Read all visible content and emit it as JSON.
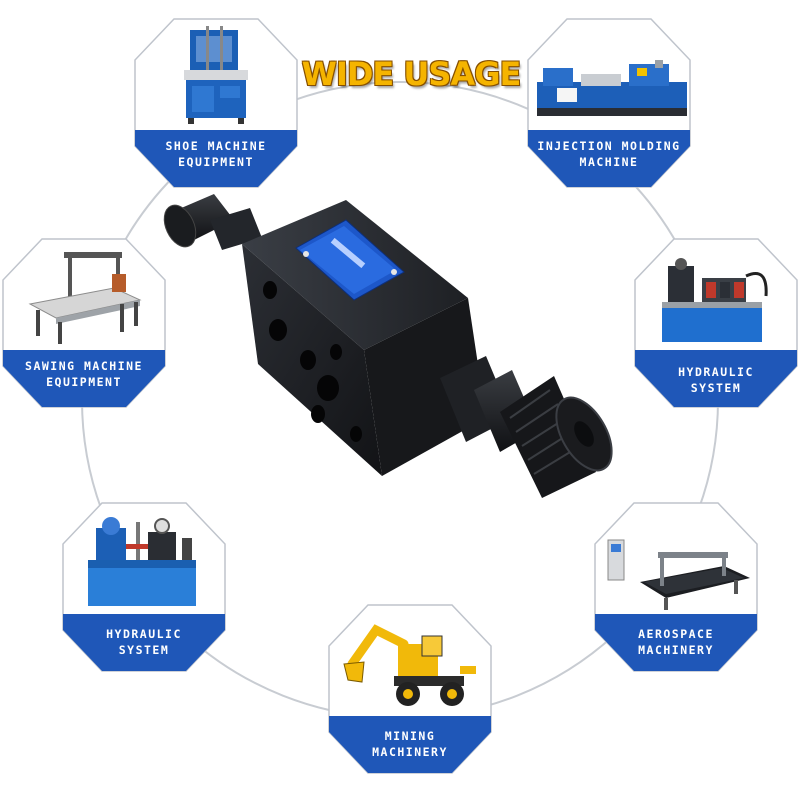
{
  "title": "WIDE USAGE",
  "applications": [
    {
      "key": "shoe",
      "lines": [
        "SHOE MACHINE",
        "EQUIPMENT"
      ],
      "icon": "shoe-machine-illustration"
    },
    {
      "key": "injection",
      "lines": [
        "INJECTION MOLDING",
        "MACHINE"
      ],
      "icon": "injection-molding-machine-illustration"
    },
    {
      "key": "sawing",
      "lines": [
        "SAWING MACHINE",
        "EQUIPMENT"
      ],
      "icon": "sawing-machine-illustration"
    },
    {
      "key": "hydraulic-right",
      "lines": [
        "HYDRAULIC",
        "SYSTEM"
      ],
      "icon": "hydraulic-system-illustration"
    },
    {
      "key": "hydraulic-left",
      "lines": [
        "HYDRAULIC",
        "SYSTEM"
      ],
      "icon": "hydraulic-system-illustration"
    },
    {
      "key": "aerospace",
      "lines": [
        "AEROSPACE",
        "MACHINERY"
      ],
      "icon": "aerospace-machinery-illustration"
    },
    {
      "key": "mining",
      "lines": [
        "MINING",
        "MACHINERY"
      ],
      "icon": "excavator-illustration"
    }
  ],
  "product": {
    "icon": "hydraulic-valve-illustration",
    "label_color": "#1d57c9"
  },
  "colors": {
    "accent_blue": "#1f57b8",
    "title_gold": "#f5b400",
    "ring": "#bfc4cc",
    "valve_body": "#1b1d21"
  }
}
